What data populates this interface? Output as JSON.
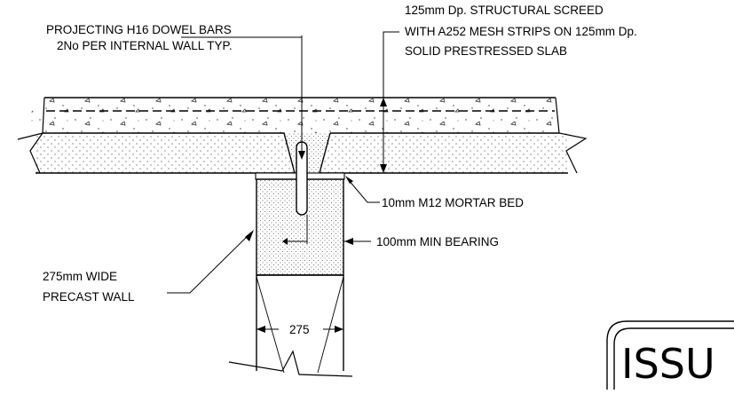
{
  "annotations": {
    "dowel_bars": [
      "PROJECTING H16 DOWEL BARS",
      "2No PER INTERNAL WALL TYP."
    ],
    "screed": [
      "125mm Dp. STRUCTURAL SCREED",
      "WITH A252 MESH STRIPS ON 125mm Dp.",
      "SOLID PRESTRESSED SLAB"
    ],
    "mortar_bed": "10mm M12 MORTAR BED",
    "bearing": "100mm MIN BEARING",
    "wall": [
      "275mm WIDE",
      "PRECAST WALL"
    ]
  },
  "dimension": {
    "wall_width": "275"
  },
  "stamp": {
    "text": "ISSU"
  }
}
